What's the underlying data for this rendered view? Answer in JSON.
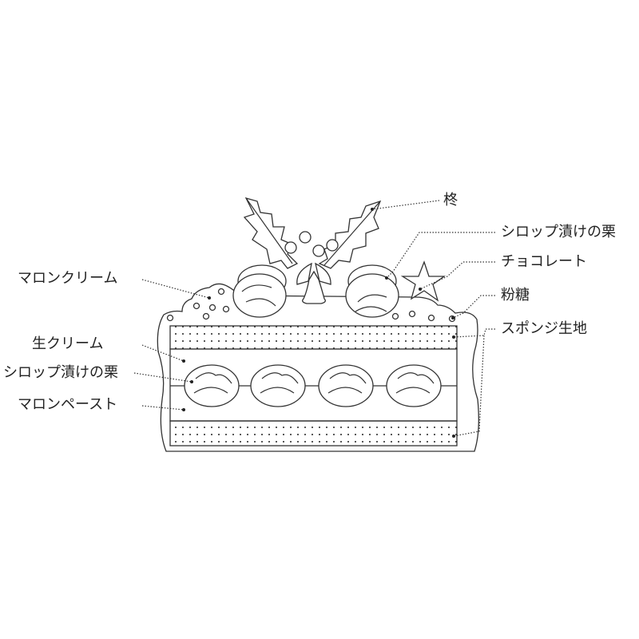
{
  "labels_right": {
    "holly": "柊",
    "syrup_chestnut": "シロップ漬けの栗",
    "chocolate": "チョコレート",
    "powdered_sugar": "粉糖",
    "sponge": "スポンジ生地"
  },
  "labels_left": {
    "marron_cream": "マロンクリーム",
    "fresh_cream": "生クリーム",
    "syrup_chestnut": "シロップ漬けの栗",
    "marron_paste": "マロンペースト"
  }
}
